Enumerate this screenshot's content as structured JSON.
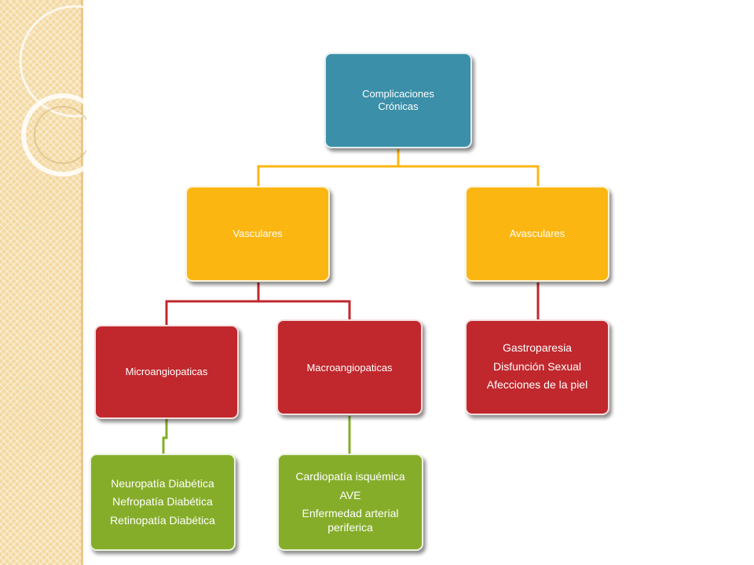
{
  "diagram": {
    "root": {
      "lines": [
        "Complicaciones",
        "Crónicas"
      ]
    },
    "vasculares": {
      "label": "Vasculares"
    },
    "avasculares": {
      "label": "Avasculares"
    },
    "micro": {
      "label": "Microangiopaticas"
    },
    "macro": {
      "label": "Macroangiopaticas"
    },
    "avasculares_items": [
      "Gastroparesia",
      "Disfunción Sexual",
      "Afecciones  de la piel"
    ],
    "micro_items": [
      "Neuropatía Diabética",
      "Nefropatía Diabética",
      "Retinopatía Diabética"
    ],
    "macro_items": [
      "Cardiopatía isquémica",
      "AVE",
      "Enfermedad arterial",
      "periferica"
    ]
  },
  "colors": {
    "root": "#3b8fa8",
    "level1": "#fbb612",
    "level2": "#c0282d",
    "level3": "#86ad2a",
    "band": "#f3d8a0"
  }
}
